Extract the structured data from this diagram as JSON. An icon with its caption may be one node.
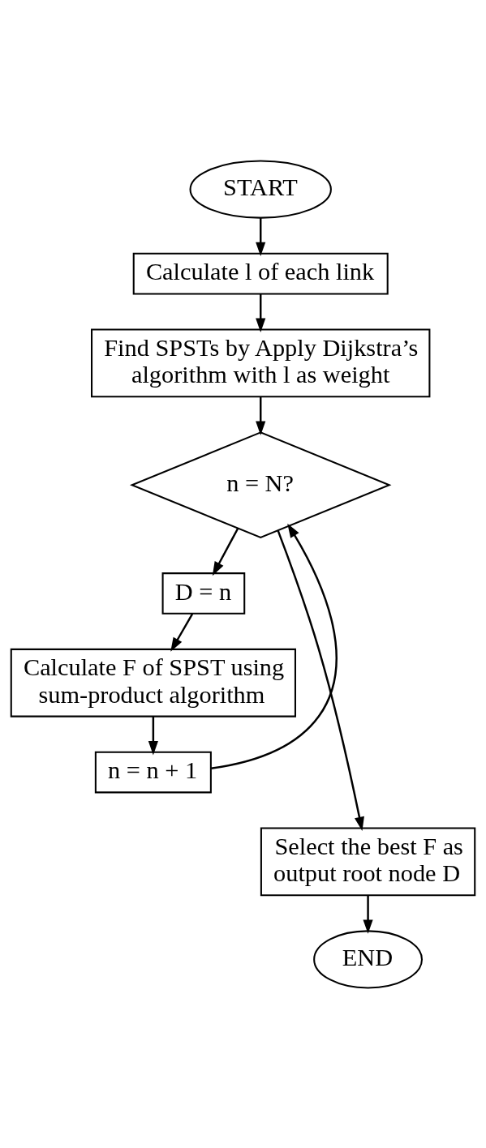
{
  "diagram": {
    "nodes": [
      {
        "text": [
          "START"
        ]
      },
      {
        "text": [
          "Calculate l of each link"
        ]
      },
      {
        "text": [
          "Find SPSTs by Apply Dijkstra’s algorithm with l as weight"
        ]
      },
      {
        "text": [
          "n = N?"
        ]
      },
      {
        "text": [
          "D = n"
        ]
      },
      {
        "text": [
          "Calculate F of SPST using sum-product algorithm"
        ]
      },
      {
        "text": [
          "n = n + 1"
        ]
      },
      {
        "text": [
          "Select the best F as output root node D"
        ]
      },
      {
        "text": [
          "END"
        ]
      }
    ],
    "edges": [
      {
        "from": 0,
        "to": 1,
        "arrow": "to"
      },
      {
        "from": 1,
        "to": 2,
        "arrow": "to"
      },
      {
        "from": 2,
        "to": 3,
        "arrow": "to"
      },
      {
        "from": 3,
        "to": 4,
        "arrow": "to"
      },
      {
        "from": 4,
        "to": 5,
        "arrow": "to"
      },
      {
        "from": 5,
        "to": 6,
        "arrow": "to"
      },
      {
        "from": 6,
        "to": 3,
        "arrow": "to"
      },
      {
        "from": 3,
        "to": 7,
        "arrow": "to"
      },
      {
        "from": 7,
        "to": 8,
        "arrow": "to"
      }
    ]
  }
}
